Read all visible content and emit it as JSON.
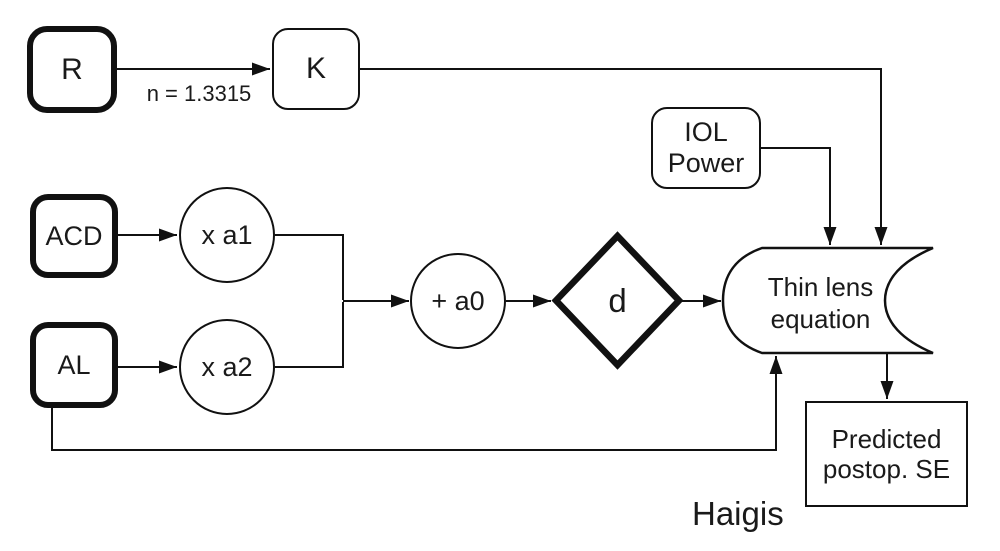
{
  "diagram": {
    "caption": "Haigis",
    "nodes": {
      "r": {
        "label": "R"
      },
      "k": {
        "label": "K"
      },
      "iol_power": {
        "line1": "IOL",
        "line2": "Power"
      },
      "acd": {
        "label": "ACD"
      },
      "al": {
        "label": "AL"
      },
      "xa1": {
        "label": "x a1"
      },
      "xa2": {
        "label": "x a2"
      },
      "a0": {
        "label": "+ a0"
      },
      "d": {
        "label": "d"
      },
      "thin_lens": {
        "line1": "Thin lens",
        "line2": "equation"
      },
      "predicted": {
        "line1": "Predicted",
        "line2": "postop. SE"
      }
    },
    "edge_labels": {
      "refractive_index": "n = 1.3315"
    },
    "colors": {
      "line": "#111111",
      "text": "#1a1a1a",
      "background": "#ffffff"
    }
  }
}
